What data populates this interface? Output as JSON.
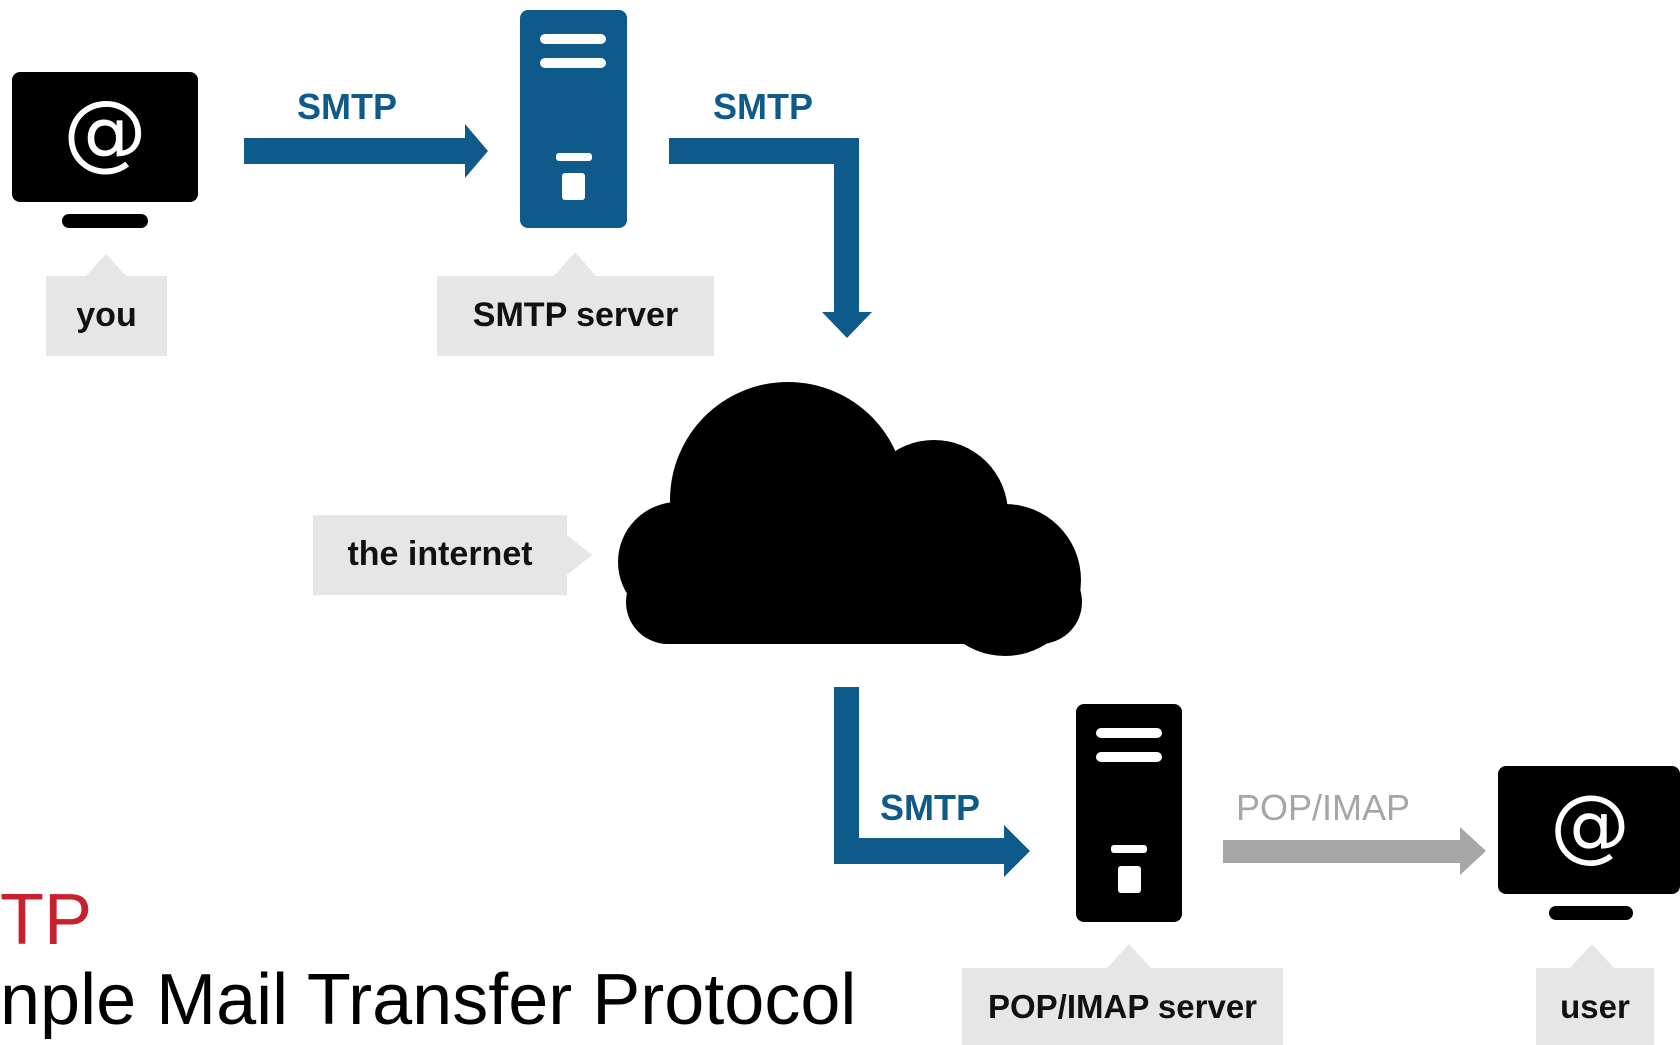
{
  "diagram": {
    "nodes": {
      "you": "you",
      "smtp_server": "SMTP server",
      "internet": "the internet",
      "popimap_server": "POP/IMAP server",
      "user": "user"
    },
    "arrows": {
      "you_to_smtp": "SMTP",
      "smtp_to_internet": "SMTP",
      "internet_to_popimap": "SMTP",
      "popimap_to_user": "POP/IMAP"
    },
    "icons": {
      "monitor": "at-sign-monitor-icon",
      "server": "server-tower-icon",
      "cloud": "cloud-icon"
    }
  },
  "caption": {
    "title": "TP",
    "subtitle": "nple Mail Transfer Protocol"
  },
  "colors": {
    "smtp_blue": "#0e5a8a",
    "popimap_gray": "#a6a6a6",
    "label_bg": "#e6e6e6",
    "caption_red": "#c8202f",
    "icon_black": "#000000"
  }
}
